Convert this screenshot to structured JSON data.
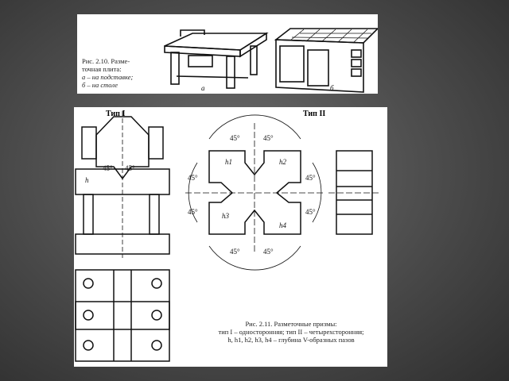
{
  "figure1": {
    "caption_lines": [
      "Рис. 2.10. Разме-",
      "точная плита:",
      "а – на подставке;",
      "б – на столе"
    ],
    "label_a": "а",
    "label_b": "б"
  },
  "figure2": {
    "type1_title": "Тип I",
    "type2_title": "Тип II",
    "angle": "45°",
    "h": "h",
    "h1": "h1",
    "h2": "h2",
    "h3": "h3",
    "h4": "h4",
    "caption_lines": [
      "Рис. 2.11. Разметочные призмы:",
      "тип I – односторонняя; тип II – четырехсторонняя;",
      "h, h1, h2, h3, h4 – глубина V-образных пазов"
    ]
  }
}
